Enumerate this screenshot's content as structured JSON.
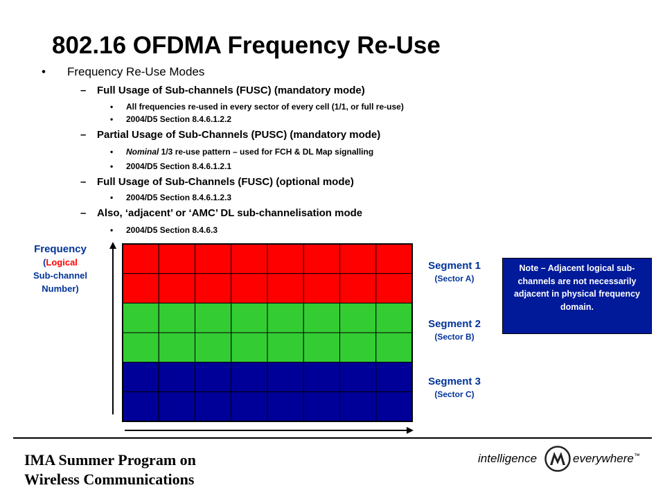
{
  "title": "802.16 OFDMA Frequency Re-Use",
  "bullets": {
    "b1": "Frequency Re-Use Modes",
    "b2": "Full Usage of Sub-channels (FUSC) (mandatory mode)",
    "b3": "All frequencies re-used in every sector of every cell (1/1, or full re-use)",
    "b4": "2004/D5 Section 8.4.6.1.2.2",
    "b5": "Partial Usage of Sub-Channels (PUSC) (mandatory mode)",
    "b6_em": "Nominal",
    "b6_rest": " 1/3 re-use pattern – used for FCH & DL Map signalling",
    "b7": "2004/D5 Section 8.4.6.1.2.1",
    "b8": "Full Usage of Sub-Channels (FUSC) (optional mode)",
    "b9": "2004/D5 Section 8.4.6.1.2.3",
    "b10": "Also, ‘adjacent’ or ‘AMC’ DL sub-channelisation mode",
    "b11": "2004/D5 Section 8.4.6.3"
  },
  "markers": {
    "bullet": "•",
    "dash": "–"
  },
  "axis": {
    "freq_line1": "Frequency",
    "freq_open": "(",
    "freq_logical": "Logical",
    "freq_line3": "Sub-channel",
    "freq_line4": "Number)"
  },
  "grid": {
    "columns": 8,
    "rows": 6,
    "row_colors": [
      "#ff0000",
      "#ff0000",
      "#33cc33",
      "#33cc33",
      "#000099",
      "#000099"
    ]
  },
  "segments": [
    {
      "name": "Segment 1",
      "sector": "(Sector A)"
    },
    {
      "name": "Segment 2",
      "sector": "(Sector B)"
    },
    {
      "name": "Segment 3",
      "sector": "(Sector C)"
    }
  ],
  "note": "Note – Adjacent logical sub-channels are not necessarily adjacent in physical frequency domain.",
  "footer": {
    "line1": "IMA Summer Program on",
    "line2": "Wireless Communications"
  },
  "brand": {
    "left": "intelligence",
    "right": "everywhere",
    "tm": "™"
  },
  "colors": {
    "label_blue": "#003399",
    "note_bg": "#001a99",
    "red": "#ff0000"
  }
}
